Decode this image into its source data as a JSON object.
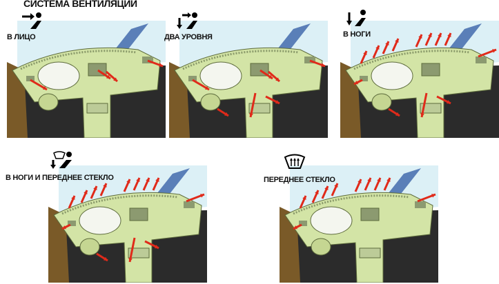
{
  "title": "СИСТЕМА ВЕНТИЛЯЦИИ",
  "modes": [
    {
      "label": "В ЛИЦО",
      "icon": "face-vent-icon",
      "flows": [
        "face"
      ]
    },
    {
      "label": "ДВА УРОВНЯ",
      "icon": "bilevel-vent-icon",
      "flows": [
        "face",
        "feet"
      ]
    },
    {
      "label": "В НОГИ",
      "icon": "feet-vent-icon",
      "flows": [
        "feet",
        "windshield-light"
      ]
    },
    {
      "label": "В НОГИ И ПЕРЕДНЕЕ СТЕКЛО",
      "icon": "feet-defrost-icon",
      "flows": [
        "feet",
        "windshield"
      ]
    },
    {
      "label": "ПЕРЕДНЕЕ СТЕКЛО",
      "icon": "windshield-defrost-icon",
      "flows": [
        "windshield"
      ]
    }
  ],
  "colors": {
    "arrow": "#e02a1a",
    "dash": "#d3e4a6",
    "sky": "#dcf0f6",
    "floor": "#2b2b2b",
    "pillar": "#5a7fb8",
    "door": "#7a5a28"
  }
}
